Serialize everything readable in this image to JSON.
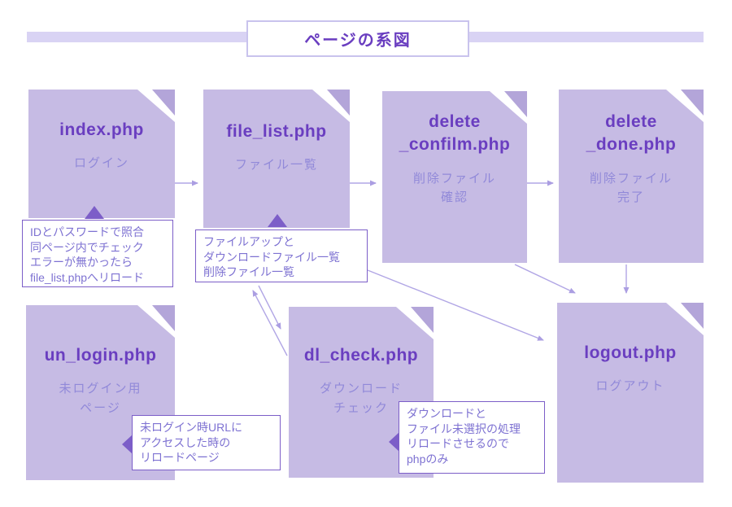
{
  "header": {
    "title": "ページの系図"
  },
  "colors": {
    "node_fill": "#c6bbe4",
    "node_fold": "#b3a5d9",
    "node_title_text": "#6a3ec0",
    "node_subtitle_text": "#9189d9",
    "annotation_border": "#7c5ec8",
    "annotation_text": "#7e72d2",
    "arrow": "#b1a6e5",
    "header_bar": "#d9d3f4"
  },
  "nodes": [
    {
      "title": "index.php",
      "subtitle": "ログイン"
    },
    {
      "title": "file_list.php",
      "subtitle": "ファイル一覧"
    },
    {
      "title": "delete\n_confilm.php",
      "subtitle": "削除ファイル\n確認"
    },
    {
      "title": "delete\n_done.php",
      "subtitle": "削除ファイル\n完了"
    },
    {
      "title": "un_login.php",
      "subtitle": "未ログイン用\nページ"
    },
    {
      "title": "dl_check.php",
      "subtitle": "ダウンロード\nチェック"
    },
    {
      "title": "logout.php",
      "subtitle": "ログアウト"
    }
  ],
  "annotations": [
    {
      "target": "index.php",
      "lines": [
        "IDとパスワードで照合",
        "同ページ内でチェック",
        "エラーが無かったら",
        "file_list.phpへリロード"
      ]
    },
    {
      "target": "file_list.php",
      "lines": [
        "ファイルアップと",
        "ダウンロードファイル一覧",
        "削除ファイル一覧"
      ]
    },
    {
      "target": "un_login.php",
      "lines": [
        "未ログイン時URLに",
        "アクセスした時の",
        "リロードページ"
      ]
    },
    {
      "target": "dl_check.php",
      "lines": [
        "ダウンロードと",
        "ファイル未選択の処理",
        "リロードさせるので",
        "phpのみ"
      ]
    }
  ]
}
